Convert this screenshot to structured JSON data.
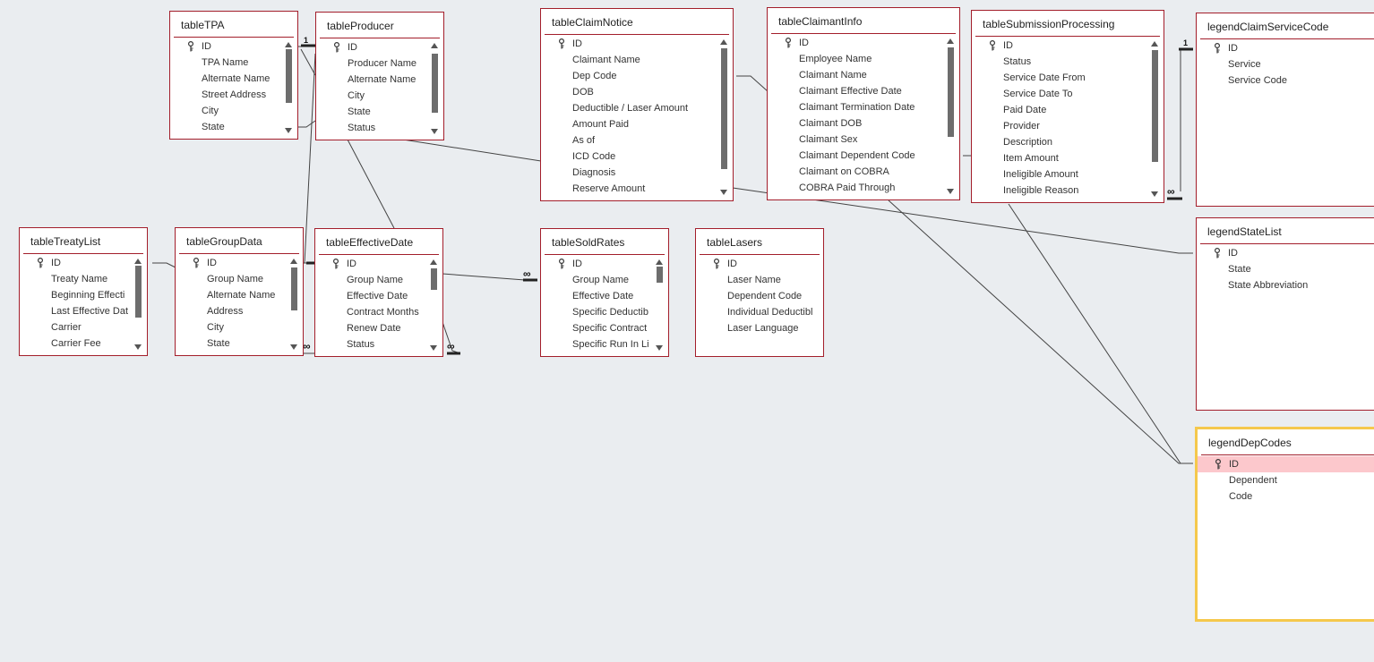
{
  "tables": [
    {
      "id": "tableTPA",
      "title": "tableTPA",
      "fields": [
        "ID",
        "TPA Name",
        "Alternate Name",
        "Street Address",
        "City",
        "State"
      ]
    },
    {
      "id": "tableProducer",
      "title": "tableProducer",
      "fields": [
        "ID",
        "Producer Name",
        "Alternate Name",
        "City",
        "State",
        "Status"
      ]
    },
    {
      "id": "tableClaimNotice",
      "title": "tableClaimNotice",
      "fields": [
        "ID",
        "Claimant Name",
        "Dep Code",
        "DOB",
        "Deductible / Laser Amount",
        "Amount Paid",
        "As of",
        "ICD Code",
        "Diagnosis",
        "Reserve Amount"
      ]
    },
    {
      "id": "tableClaimantInfo",
      "title": "tableClaimantInfo",
      "fields": [
        "ID",
        "Employee Name",
        "Claimant Name",
        "Claimant Effective Date",
        "Claimant Termination Date",
        "Claimant DOB",
        "Claimant Sex",
        "Claimant Dependent Code",
        "Claimant on COBRA",
        "COBRA Paid Through"
      ]
    },
    {
      "id": "tableSubmissionProcessing",
      "title": "tableSubmissionProcessing",
      "fields": [
        "ID",
        "Status",
        "Service Date From",
        "Service Date To",
        "Paid Date",
        "Provider",
        "Description",
        "Item Amount",
        "Ineligible Amount",
        "Ineligible Reason"
      ]
    },
    {
      "id": "legendClaimServiceCode",
      "title": "legendClaimServiceCode",
      "fields": [
        "ID",
        "Service",
        "Service Code"
      ]
    },
    {
      "id": "tableTreatyList",
      "title": "tableTreatyList",
      "fields": [
        "ID",
        "Treaty Name",
        "Beginning Effecti",
        "Last Effective Dat",
        "Carrier",
        "Carrier Fee"
      ]
    },
    {
      "id": "tableGroupData",
      "title": "tableGroupData",
      "fields": [
        "ID",
        "Group Name",
        "Alternate Name",
        "Address",
        "City",
        "State"
      ]
    },
    {
      "id": "tableEffectiveDate",
      "title": "tableEffectiveDate",
      "fields": [
        "ID",
        "Group Name",
        "Effective Date",
        "Contract Months",
        "Renew Date",
        "Status"
      ]
    },
    {
      "id": "tableSoldRates",
      "title": "tableSoldRates",
      "fields": [
        "ID",
        "Group Name",
        "Effective Date",
        "Specific Deductib",
        "Specific Contract",
        "Specific Run In Li"
      ]
    },
    {
      "id": "tableLasers",
      "title": "tableLasers",
      "fields": [
        "ID",
        "Laser Name",
        "Dependent Code",
        "Individual Deductibl",
        "Laser Language"
      ]
    },
    {
      "id": "legendStateList",
      "title": "legendStateList",
      "fields": [
        "ID",
        "State",
        "State Abbreviation"
      ]
    },
    {
      "id": "legendDepCodes",
      "title": "legendDepCodes",
      "fields": [
        "ID",
        "Dependent",
        "Code"
      ]
    }
  ],
  "relationship_marks": {
    "one": "1",
    "many": "∞"
  },
  "colors": {
    "border": "#a31e2b",
    "selected": "#f5c84c",
    "highlight": "#fcc8cc",
    "canvas": "#eaedf0"
  }
}
